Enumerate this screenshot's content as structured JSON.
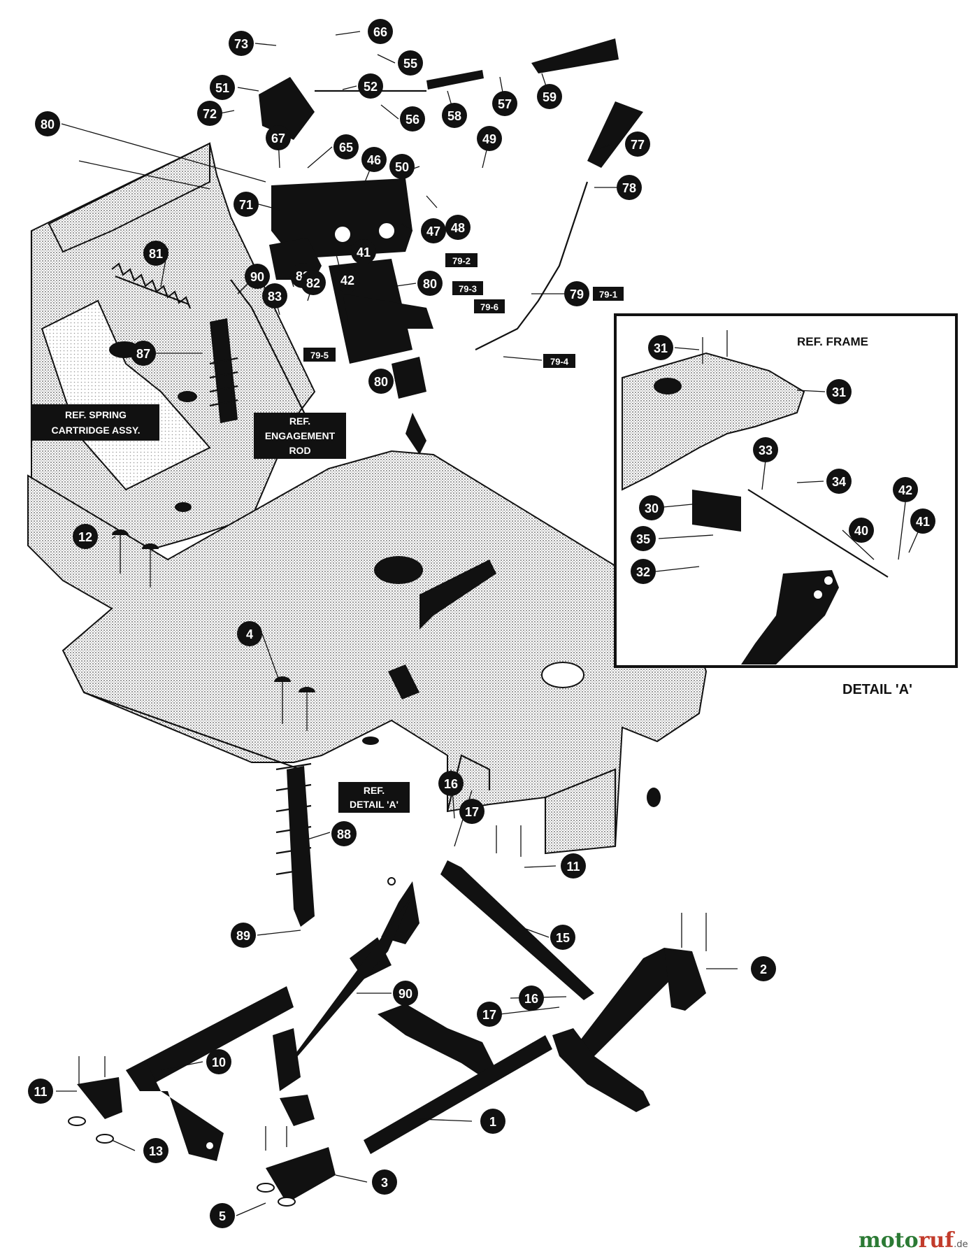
{
  "detail_title": "DETAIL 'A'",
  "ref_frame_label": "REF. FRAME",
  "ref_labels": {
    "spring_cartridge": [
      "REF. SPRING",
      "CARTRIDGE ASSY."
    ],
    "engagement_rod": [
      "REF.",
      "ENGAGEMENT",
      "ROD"
    ],
    "detail_a": [
      "REF.",
      "DETAIL 'A'"
    ]
  },
  "callouts": {
    "c73": "73",
    "c66": "66",
    "c55": "55",
    "c51": "51",
    "c52": "52",
    "c72": "72",
    "c56": "56",
    "c58": "58",
    "c57": "57",
    "c59": "59",
    "c80a": "80",
    "c67": "67",
    "c65": "65",
    "c46": "46",
    "c50": "50",
    "c49": "49",
    "c77": "77",
    "c78": "78",
    "c71": "71",
    "c48": "48",
    "c47": "47",
    "c41": "41",
    "c42": "42",
    "c81": "81",
    "c90a": "90",
    "c83a": "83",
    "c82": "82",
    "c83b": "83",
    "c80b": "80",
    "c79": "79",
    "c87": "87",
    "c80c": "80",
    "c12": "12",
    "c4": "4",
    "c31a": "31",
    "c31b": "31",
    "c33": "33",
    "c34": "34",
    "c30": "30",
    "c35": "35",
    "c40": "40",
    "c42b": "42",
    "c41b": "41",
    "c32": "32",
    "c16a": "16",
    "c17a": "17",
    "c88": "88",
    "c11a": "11",
    "c15": "15",
    "c89": "89",
    "c2": "2",
    "c90b": "90",
    "c16b": "16",
    "c17b": "17",
    "c10": "10",
    "c11b": "11",
    "c1": "1",
    "c13": "13",
    "c3": "3",
    "c5": "5"
  },
  "tags": {
    "t79_2": "79-2",
    "t79_3": "79-3",
    "t79_6": "79-6",
    "t79_1": "79-1",
    "t79_5": "79-5",
    "t79_4": "79-4"
  },
  "watermark": {
    "part1": "moto",
    "part2": "ruf",
    "part3": ".de"
  }
}
